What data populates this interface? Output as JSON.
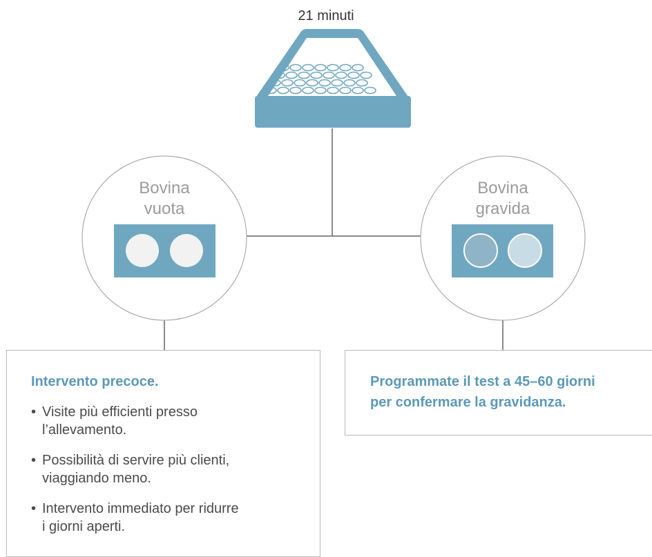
{
  "duration_label": "21 minuti",
  "open_cow": {
    "label_line1": "Bovina",
    "label_line2": "vuota",
    "well_color": "#f2f2f2"
  },
  "pregnant_cow": {
    "label_line1": "Bovina",
    "label_line2": "gravida",
    "well_colors": [
      "#8fb4c8",
      "#c8dce6"
    ]
  },
  "left_box": {
    "title": "Intervento precoce.",
    "bullets": [
      {
        "line1": "Visite più efficienti presso",
        "line2": "l’allevamento."
      },
      {
        "line1": "Possibilità di servire più clienti,",
        "line2": "viaggiando meno."
      },
      {
        "line1": "Intervento immediato per ridurre",
        "line2": "i giorni aperti."
      }
    ]
  },
  "right_box": {
    "title_line1": "Programmate il test a 45–60 giorni",
    "title_line2": "per confermare la gravidanza."
  },
  "colors": {
    "plate_blue": "#6fa7c1",
    "plate_dark": "#5b94b0",
    "connector_gray": "#8a8a8a",
    "title_blue": "#5b98b8"
  }
}
